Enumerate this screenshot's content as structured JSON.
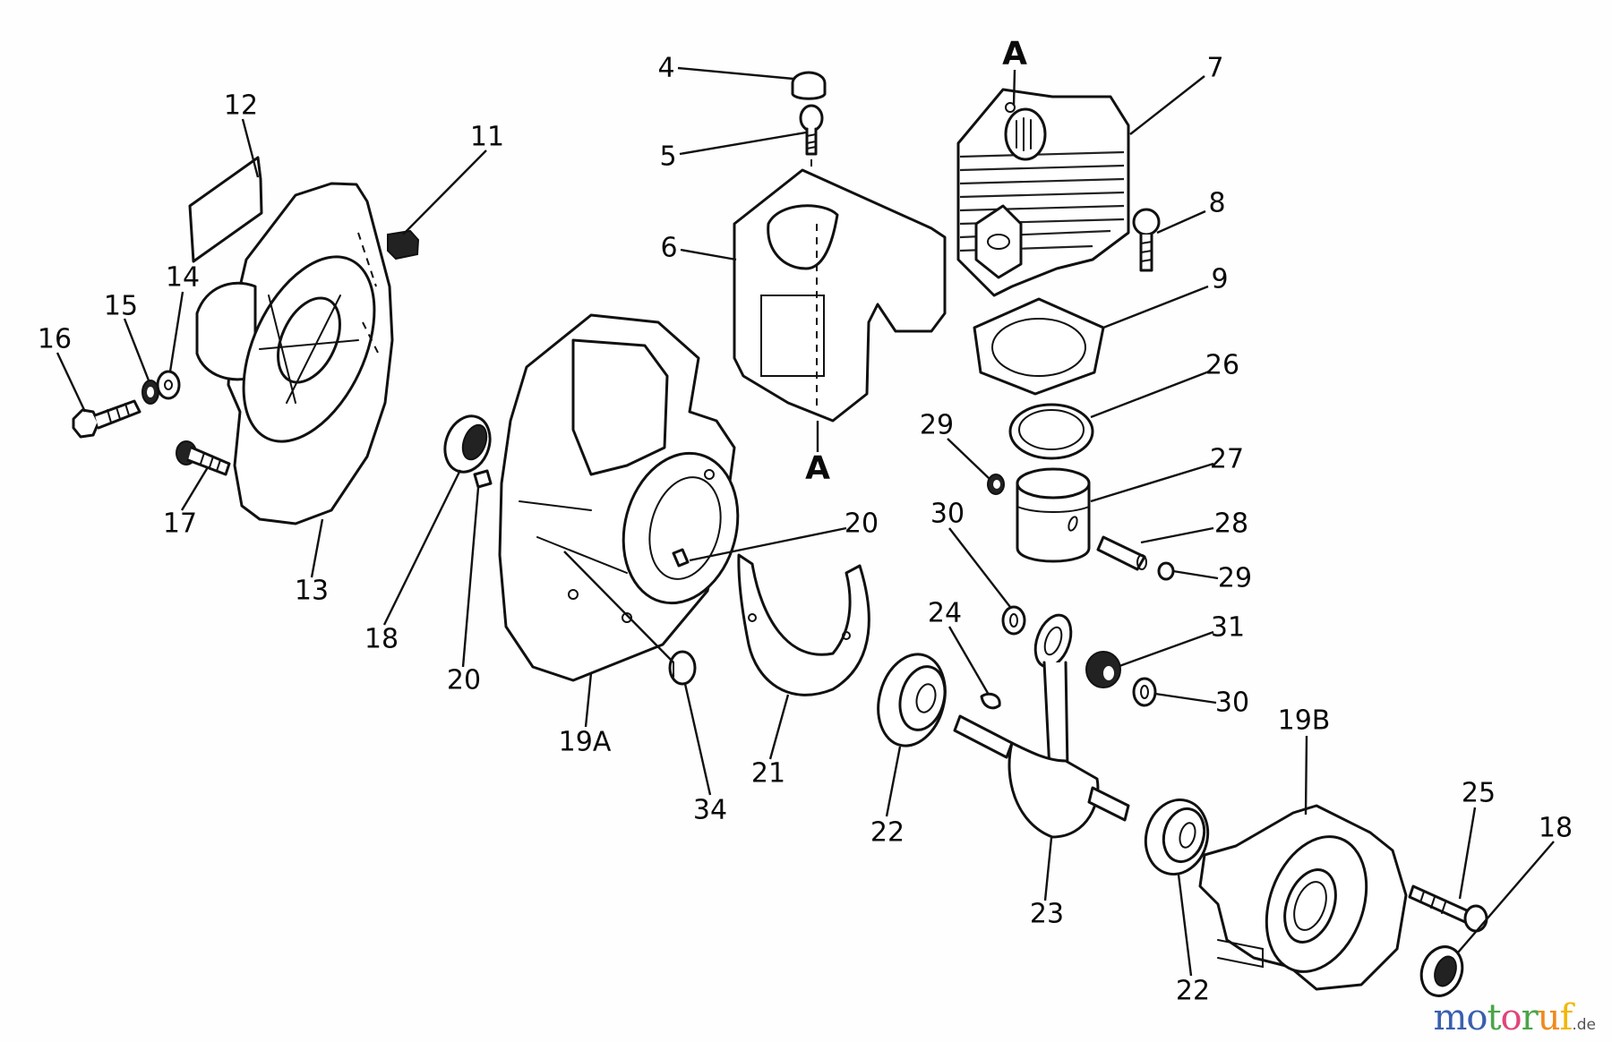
{
  "diagram": {
    "type": "exploded-parts-view",
    "subject": "two-stroke engine crankcase, cylinder and crankshaft assembly",
    "callouts": [
      {
        "id": "c12",
        "label": "12",
        "part": "label-decal"
      },
      {
        "id": "c11",
        "label": "11",
        "part": "grommet"
      },
      {
        "id": "c16",
        "label": "16",
        "part": "hex-bolt"
      },
      {
        "id": "c15",
        "label": "15",
        "part": "lock-washer"
      },
      {
        "id": "c14",
        "label": "14",
        "part": "flat-washer"
      },
      {
        "id": "c17",
        "label": "17",
        "part": "flange-bolt"
      },
      {
        "id": "c13",
        "label": "13",
        "part": "fan-housing"
      },
      {
        "id": "c18a",
        "label": "18",
        "part": "oil-seal"
      },
      {
        "id": "c20a",
        "label": "20",
        "part": "dowel-pin"
      },
      {
        "id": "c4",
        "label": "4",
        "part": "cap"
      },
      {
        "id": "c5",
        "label": "5",
        "part": "screw"
      },
      {
        "id": "c6",
        "label": "6",
        "part": "cylinder-shroud"
      },
      {
        "id": "c7",
        "label": "7",
        "part": "cylinder"
      },
      {
        "id": "c8",
        "label": "8",
        "part": "cylinder-bolt"
      },
      {
        "id": "c9",
        "label": "9",
        "part": "cylinder-gasket"
      },
      {
        "id": "c26",
        "label": "26",
        "part": "piston-ring"
      },
      {
        "id": "c29a",
        "label": "29",
        "part": "piston-pin-clip"
      },
      {
        "id": "c27",
        "label": "27",
        "part": "piston"
      },
      {
        "id": "c30a",
        "label": "30",
        "part": "thrust-washer"
      },
      {
        "id": "c28",
        "label": "28",
        "part": "piston-pin"
      },
      {
        "id": "c29b",
        "label": "29",
        "part": "piston-pin-clip"
      },
      {
        "id": "c20b",
        "label": "20",
        "part": "dowel-pin"
      },
      {
        "id": "c24",
        "label": "24",
        "part": "woodruff-key"
      },
      {
        "id": "c31",
        "label": "31",
        "part": "needle-bearing"
      },
      {
        "id": "c30b",
        "label": "30",
        "part": "thrust-washer"
      },
      {
        "id": "c19a",
        "label": "19A",
        "part": "crankcase-half-a"
      },
      {
        "id": "c21",
        "label": "21",
        "part": "crankcase-gasket"
      },
      {
        "id": "c34",
        "label": "34",
        "part": "plug"
      },
      {
        "id": "c22a",
        "label": "22",
        "part": "ball-bearing"
      },
      {
        "id": "c19b",
        "label": "19B",
        "part": "crankcase-half-b"
      },
      {
        "id": "c25",
        "label": "25",
        "part": "crankcase-bolt"
      },
      {
        "id": "c18b",
        "label": "18",
        "part": "oil-seal"
      },
      {
        "id": "c23",
        "label": "23",
        "part": "crankshaft-connecting-rod"
      },
      {
        "id": "c22b",
        "label": "22",
        "part": "ball-bearing"
      }
    ],
    "section_marks": [
      {
        "id": "a-top",
        "label": "A"
      },
      {
        "id": "a-bottom",
        "label": "A"
      }
    ]
  },
  "watermark": {
    "letters": [
      {
        "ch": "m",
        "color": "#3a5fb0"
      },
      {
        "ch": "o",
        "color": "#3a5fb0"
      },
      {
        "ch": "t",
        "color": "#4aa548"
      },
      {
        "ch": "o",
        "color": "#e0457b"
      },
      {
        "ch": "r",
        "color": "#4aa548"
      },
      {
        "ch": "u",
        "color": "#f08a1d"
      },
      {
        "ch": "f",
        "color": "#f2b705"
      }
    ],
    "suffix": ".de"
  }
}
